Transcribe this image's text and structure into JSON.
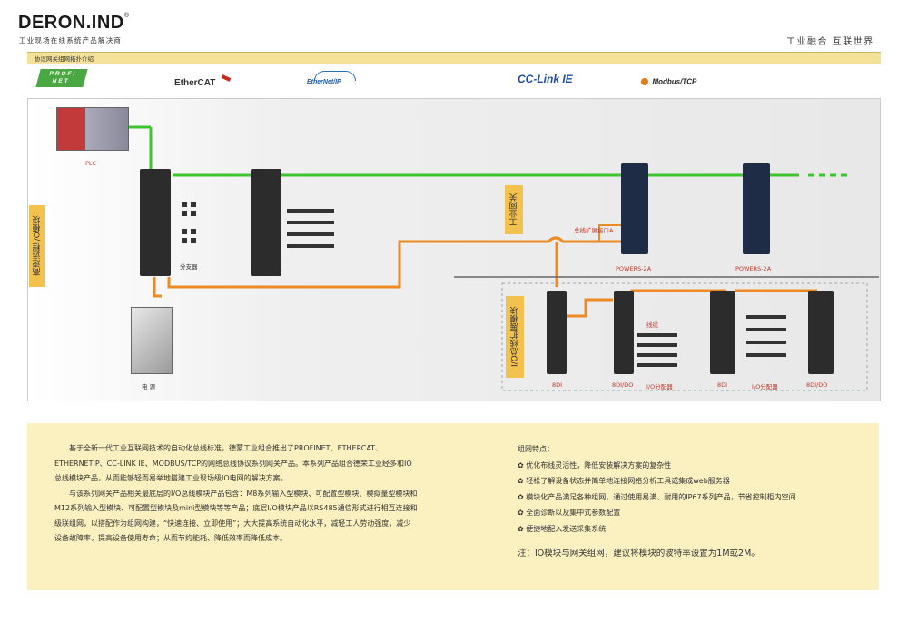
{
  "header": {
    "brand": "DERON.IND",
    "brand_mark": "®",
    "brand_sub": "工业现场在线系统产品解决商",
    "slogan": "工业融合  互联世界"
  },
  "section": {
    "title": "协议网关组网拓扑介绍"
  },
  "protocols": [
    "PROFI NET",
    "EtherCAT",
    "EtherNet/IP",
    "CC-Link IE",
    "Modbus/TCP"
  ],
  "diagram": {
    "plc_label": "PLC",
    "power_label": "电 源",
    "left_vertical_label": "高速远程I/O模块",
    "gateway_vertical_label": "工业网关",
    "expansion_vertical_label": "I/O总线扩展模块",
    "splitter_label": "分支器",
    "expansion_bus_label": "总线扩展接口A",
    "gateway_labels": [
      "POWERS-2A",
      "POWERS-2A"
    ],
    "cable_label": "线缆",
    "expansion_bottom_labels": [
      "8DI",
      "8DI/DO",
      "I/O分配器",
      "8DI",
      "I/O分配器",
      "8DI/DO"
    ]
  },
  "info": {
    "para1": "基于全新一代工业互联网技术的自动化总线标准，德蒙工业组合推出了PROFINET、ETHERCAT、ETHERNETIP、CC-LINK IE、MODBUS/TCP的网络总线协议系列网关产品。本系列产品组合德荣工业经多和IO总线模块产品，从而能够轻而易举地搭建工业现场级IO电网的解决方案。",
    "para2": "与该系列网关产品相关最底层的I/O总线模块产品包含：M8系列输入型模块、可配置型模块、模拟量型模块和M12系列输入型模块、可配置型模块及mini型模块等等产品；底层I/O模块产品以RS485通信形式进行相互连接和级联组网，以搭配作为组网构建，“快速连接、立即使用”；大大提高系统自动化水平，减轻工人劳动强度，减少设备故障率，提高设备使用寿命；从而节约能耗、降低效率而降低成本。",
    "features_title": "组网特点：",
    "features": [
      "优化布线灵活性，降低安装解决方案的复杂性",
      "轻松了解设备状态并简单地连接网络分析工具或集成web服务器",
      "模块化产品满足各种组网，通过使用易满、耐用的IP67系列产品，节省控制柜内空间",
      "全面诊断以及集中式参数配置",
      "便捷地配入发送采集系统"
    ],
    "note": "注：IO模块与网关组网，建议将模块的波特率设置为1M或2M。"
  }
}
